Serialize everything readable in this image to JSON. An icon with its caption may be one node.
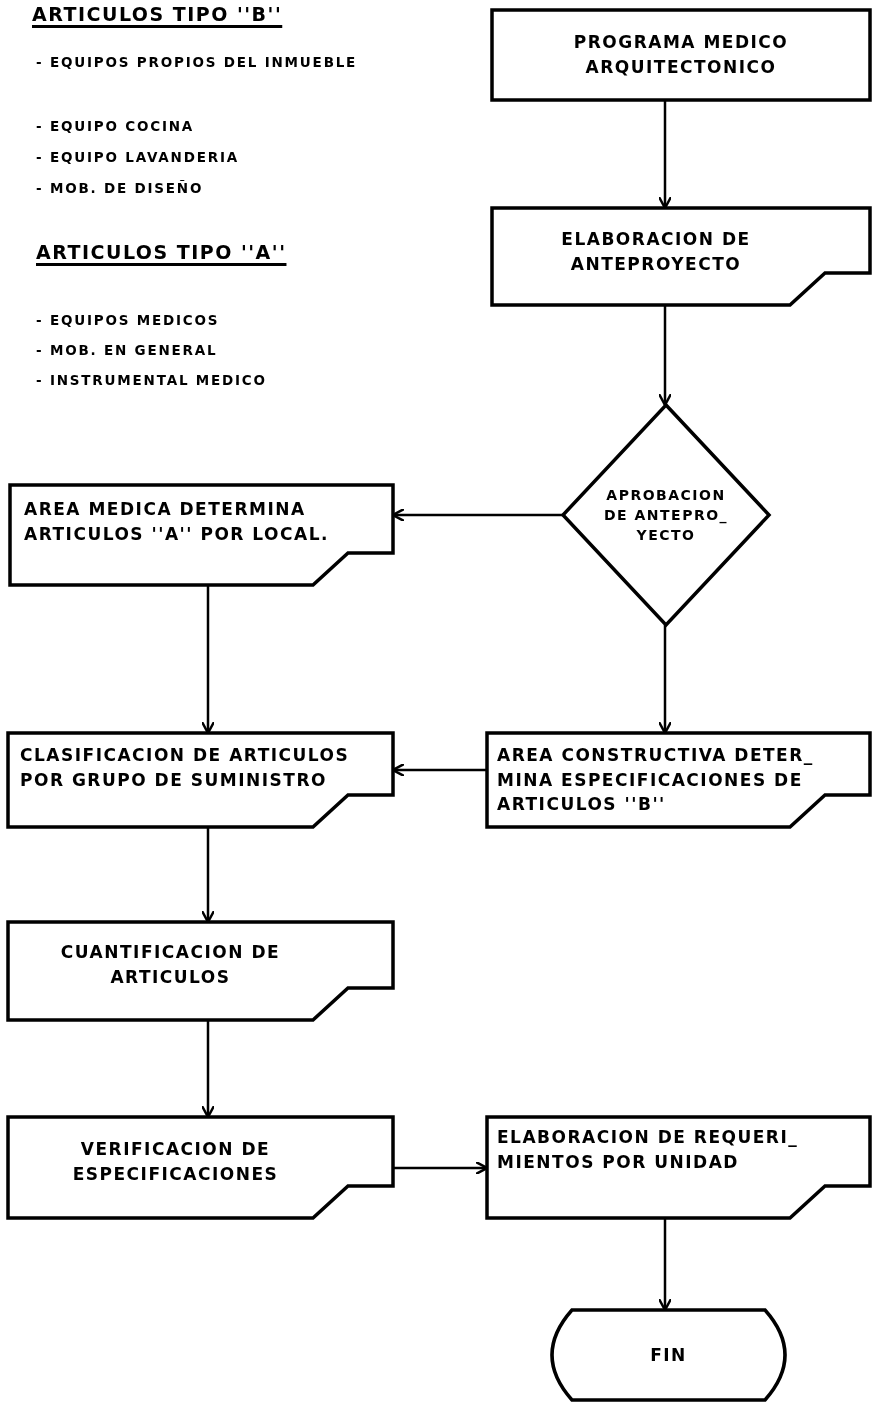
{
  "diagram": {
    "nodes": [
      {
        "text": [
          "PROGRAMA MEDICO ARQUITECTONICO"
        ]
      },
      {
        "text": [
          "ELABORACION DE ANTEPROYECTO"
        ]
      },
      {
        "text": [
          "APROBACION DE ANTEPRO_ YECTO"
        ]
      },
      {
        "text": [
          "AREA MEDICA DETERMINA ARTICULOS ''A'' POR LOCAL."
        ]
      },
      {
        "text": [
          "CLASIFICACION DE ARTICULOS POR GRUPO DE SUMINISTRO"
        ]
      },
      {
        "text": [
          "AREA CONSTRUCTIVA DETER_ MINA ESPECIFICACIONES DE ARTICULOS ''B''"
        ]
      },
      {
        "text": [
          "CUANTIFICACION DE ARTICULOS"
        ]
      },
      {
        "text": [
          "VERIFICACION DE ESPECIFICACIONES"
        ]
      },
      {
        "text": [
          "ELABORACION DE REQUERI_ MIENTOS POR UNIDAD"
        ]
      },
      {
        "text": [
          "FIN"
        ]
      }
    ],
    "edges": [
      {
        "from": 0,
        "to": 1,
        "arrow": "to"
      },
      {
        "from": 1,
        "to": 2,
        "arrow": "to"
      },
      {
        "from": 2,
        "to": 3,
        "arrow": "to"
      },
      {
        "from": 2,
        "to": 5,
        "arrow": "to"
      },
      {
        "from": 3,
        "to": 4,
        "arrow": "to"
      },
      {
        "from": 5,
        "to": 4,
        "arrow": "to"
      },
      {
        "from": 4,
        "to": 6,
        "arrow": "to"
      },
      {
        "from": 6,
        "to": 7,
        "arrow": "to"
      },
      {
        "from": 7,
        "to": 8,
        "arrow": "to"
      },
      {
        "from": 8,
        "to": 9,
        "arrow": "to"
      }
    ],
    "labels": [
      "ARTICULOS TIPO ''B''",
      "- EQUIPOS PROPIOS DEL INMUEBLE",
      "- EQUIPO COCINA",
      "- EQUIPO LAVANDERIA",
      "- MOB. DE DISEÑO",
      "ARTICULOS TIPO ''A''",
      "- EQUIPOS MEDICOS",
      "- MOB. EN GENERAL",
      "- INSTRUMENTAL MEDICO"
    ]
  }
}
